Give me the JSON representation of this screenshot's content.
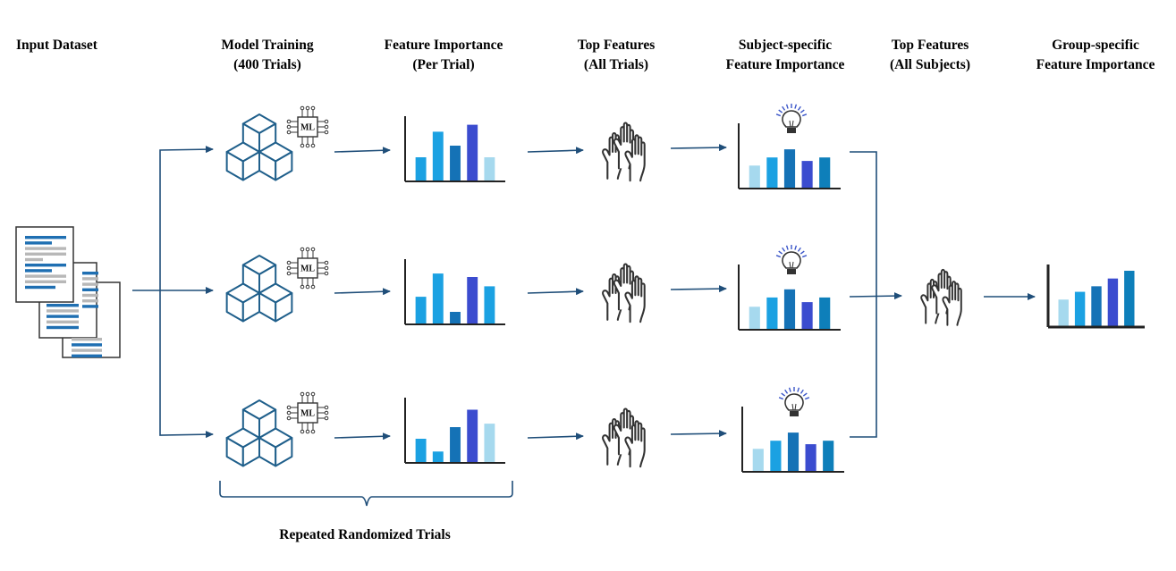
{
  "headers": [
    {
      "id": "input",
      "lines": [
        "Input Dataset"
      ]
    },
    {
      "id": "model",
      "lines": [
        "Model Training",
        "(400 Trials)"
      ]
    },
    {
      "id": "fi",
      "lines": [
        "Feature Importance",
        "(Per Trial)"
      ]
    },
    {
      "id": "tf1",
      "lines": [
        "Top Features",
        "(All Trials)"
      ]
    },
    {
      "id": "ssfi",
      "lines": [
        "Subject-specific",
        "Feature Importance"
      ]
    },
    {
      "id": "tf2",
      "lines": [
        "Top Features",
        "(All Subjects)"
      ]
    },
    {
      "id": "gsfi",
      "lines": [
        "Group-specific",
        "Feature Importance"
      ]
    }
  ],
  "footer": "Repeated Randomized Trials",
  "chip_label": "ML",
  "colors": {
    "arrow": "#1f4e79",
    "cube": "#1f5f8b",
    "doc_blue": "#1f6fb2",
    "doc_gray": "#b8b8b8",
    "hand": "#333333",
    "bulb": "#333333",
    "rays": "#3a55c8",
    "bar_palette": [
      "#a6d9ee",
      "#1ba1e2",
      "#1572b6",
      "#3b4ccf",
      "#0e7fba"
    ]
  },
  "icons": {
    "documents": "stacked-documents-icon",
    "cubes": "cubes-icon",
    "chip": "ml-chip-icon",
    "hands": "raised-hands-icon",
    "bulb": "lightbulb-icon",
    "bracket": "curly-brace-icon"
  },
  "trial_bar_charts": [
    {
      "values": [
        0.4,
        0.84,
        0.6,
        0.96,
        0.4
      ],
      "colors": [
        1,
        1,
        2,
        3,
        0
      ]
    },
    {
      "values": [
        0.46,
        0.86,
        0.2,
        0.8,
        0.64
      ],
      "colors": [
        1,
        1,
        2,
        3,
        1
      ]
    },
    {
      "values": [
        0.4,
        0.18,
        0.6,
        0.9,
        0.66
      ],
      "colors": [
        1,
        1,
        2,
        3,
        0
      ]
    }
  ],
  "subject_bar_charts": [
    {
      "values": [
        0.38,
        0.52,
        0.66,
        0.46,
        0.52
      ],
      "colors": [
        0,
        1,
        2,
        3,
        4
      ]
    },
    {
      "values": [
        0.38,
        0.54,
        0.68,
        0.46,
        0.54
      ],
      "colors": [
        0,
        1,
        2,
        3,
        4
      ]
    },
    {
      "values": [
        0.38,
        0.52,
        0.66,
        0.46,
        0.52
      ],
      "colors": [
        0,
        1,
        2,
        3,
        4
      ]
    }
  ],
  "group_bar_chart": {
    "values": [
      0.48,
      0.62,
      0.72,
      0.86,
      1.0
    ],
    "colors": [
      0,
      1,
      2,
      3,
      4
    ]
  }
}
